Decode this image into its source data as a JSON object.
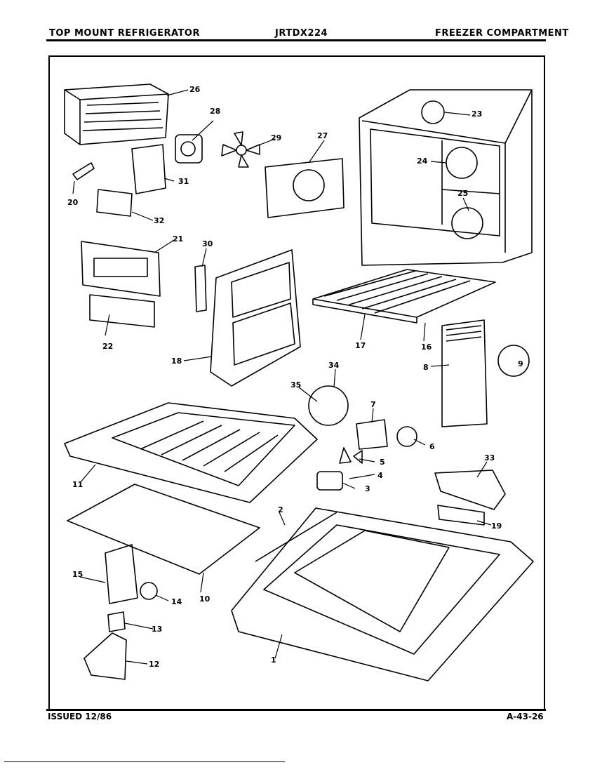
{
  "header": {
    "left": "TOP MOUNT REFRIGERATOR",
    "center": "JRTDX224",
    "right": "FREEZER COMPARTMENT"
  },
  "footer": {
    "left": "ISSUED 12/86",
    "right": "A-43-26"
  },
  "callouts": [
    "1",
    "2",
    "3",
    "4",
    "5",
    "6",
    "7",
    "8",
    "9",
    "10",
    "11",
    "12",
    "13",
    "14",
    "15",
    "16",
    "17",
    "18",
    "19",
    "20",
    "21",
    "22",
    "23",
    "24",
    "25",
    "26",
    "27",
    "28",
    "29",
    "30",
    "31",
    "32",
    "33",
    "34",
    "35"
  ]
}
